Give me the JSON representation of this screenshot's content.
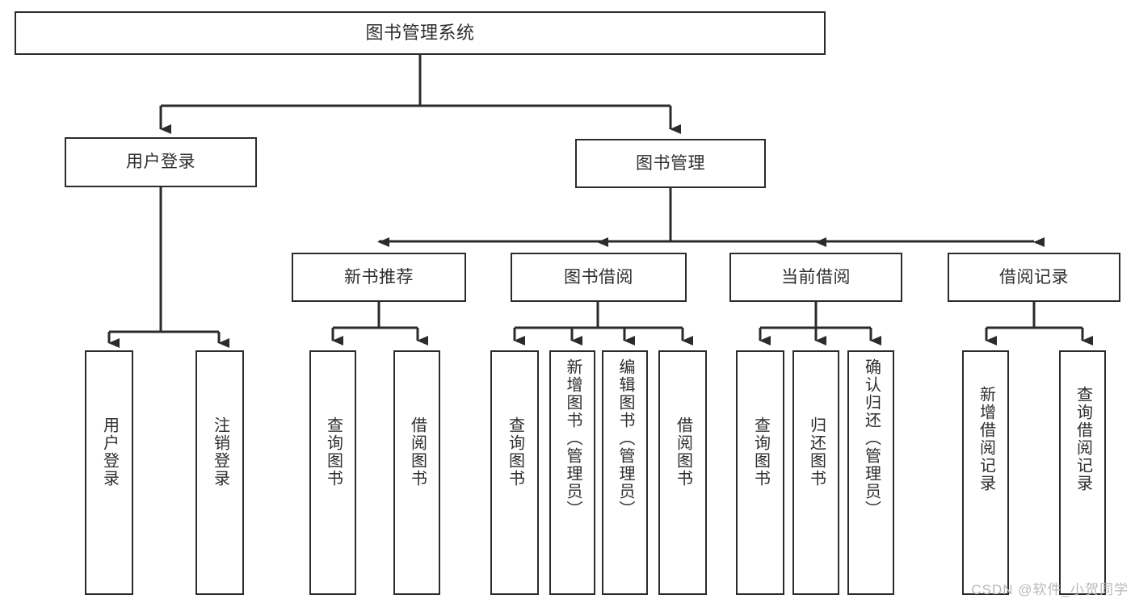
{
  "diagram": {
    "title": "图书管理系统",
    "type": "tree",
    "root": {
      "label": "图书管理系统"
    },
    "level2": [
      {
        "id": "user-login",
        "label": "用户登录"
      },
      {
        "id": "book-management",
        "label": "图书管理"
      }
    ],
    "level3": [
      {
        "id": "new-book-recommend",
        "label": "新书推荐",
        "parent": "book-management"
      },
      {
        "id": "book-borrow",
        "label": "图书借阅",
        "parent": "book-management"
      },
      {
        "id": "current-borrow",
        "label": "当前借阅",
        "parent": "book-management"
      },
      {
        "id": "borrow-record",
        "label": "借阅记录",
        "parent": "book-management"
      }
    ],
    "leaves": [
      {
        "id": "leaf-user-login",
        "label": "用户登录",
        "parent": "user-login"
      },
      {
        "id": "leaf-logout",
        "label": "注销登录",
        "parent": "user-login"
      },
      {
        "id": "leaf-query-book-1",
        "label": "查询图书",
        "parent": "new-book-recommend"
      },
      {
        "id": "leaf-borrow-book-1",
        "label": "借阅图书",
        "parent": "new-book-recommend"
      },
      {
        "id": "leaf-query-book-2",
        "label": "查询图书",
        "parent": "book-borrow"
      },
      {
        "id": "leaf-add-book",
        "label": "新增图书（管理员）",
        "parent": "book-borrow"
      },
      {
        "id": "leaf-edit-book",
        "label": "编辑图书（管理员）",
        "parent": "book-borrow"
      },
      {
        "id": "leaf-borrow-book-2",
        "label": "借阅图书",
        "parent": "book-borrow"
      },
      {
        "id": "leaf-query-book-3",
        "label": "查询图书",
        "parent": "current-borrow"
      },
      {
        "id": "leaf-return-book",
        "label": "归还图书",
        "parent": "current-borrow"
      },
      {
        "id": "leaf-confirm-return",
        "label": "确认归还（管理员）",
        "parent": "current-borrow"
      },
      {
        "id": "leaf-add-record",
        "label": "新增借阅记录",
        "parent": "borrow-record"
      },
      {
        "id": "leaf-query-record",
        "label": "查询借阅记录",
        "parent": "borrow-record"
      }
    ],
    "watermark": "CSDN @软件_小贺同学",
    "colors": {
      "stroke": "#2b2b2b",
      "text": "#2e2e2e",
      "background": "#ffffff",
      "watermark": "#b9b9b9"
    }
  }
}
